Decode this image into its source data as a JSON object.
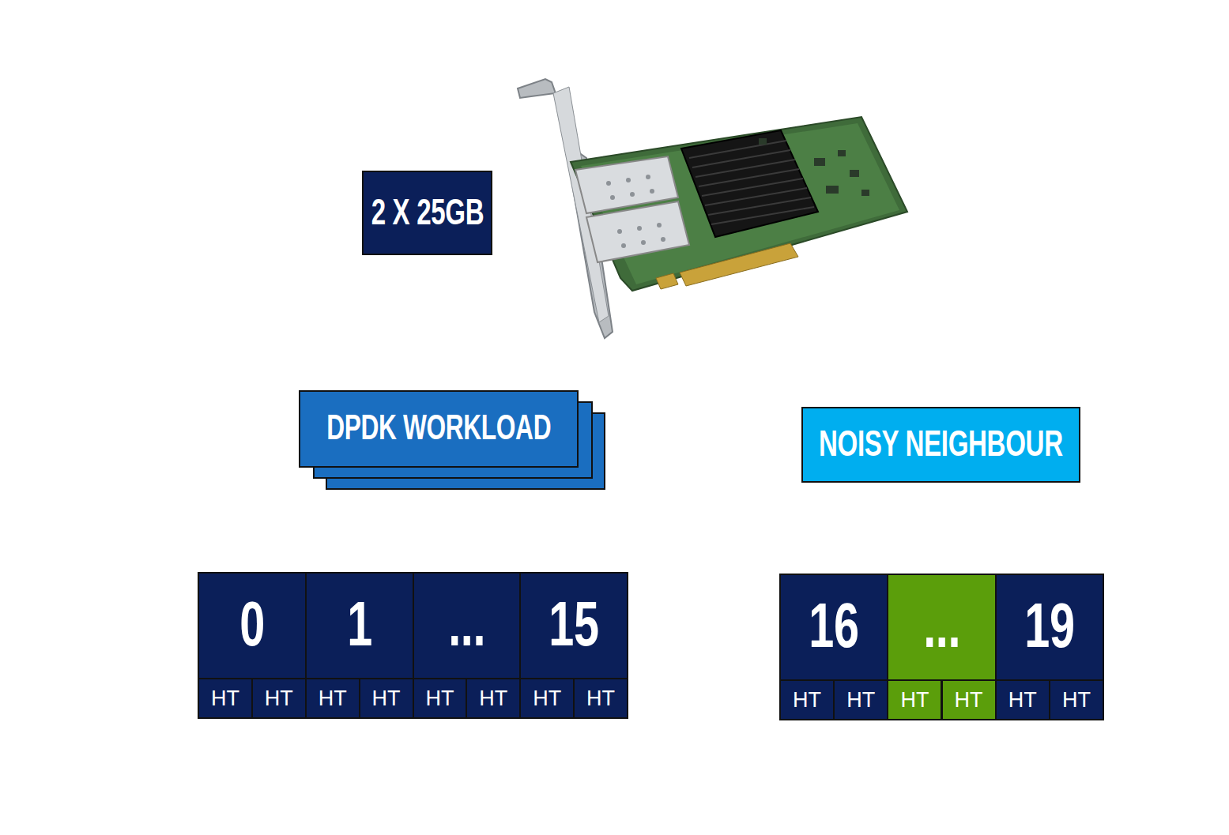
{
  "diagram": {
    "nodes": [
      {
        "text": [
          "2 X 25GB"
        ]
      },
      {
        "text": [
          "DPDK WORKLOAD"
        ]
      },
      {
        "text": [
          "NOISY NEIGHBOUR"
        ]
      },
      {
        "text": [
          "0"
        ]
      },
      {
        "text": [
          "1"
        ]
      },
      {
        "text": [
          "..."
        ]
      },
      {
        "text": [
          "15"
        ]
      },
      {
        "text": [
          "HT"
        ]
      },
      {
        "text": [
          "HT"
        ]
      },
      {
        "text": [
          "HT"
        ]
      },
      {
        "text": [
          "HT"
        ]
      },
      {
        "text": [
          "HT"
        ]
      },
      {
        "text": [
          "HT"
        ]
      },
      {
        "text": [
          "HT"
        ]
      },
      {
        "text": [
          "HT"
        ]
      },
      {
        "text": [
          "16"
        ]
      },
      {
        "text": [
          "..."
        ]
      },
      {
        "text": [
          "19"
        ]
      },
      {
        "text": [
          "HT"
        ]
      },
      {
        "text": [
          "HT"
        ]
      },
      {
        "text": [
          "HT"
        ]
      },
      {
        "text": [
          "HT"
        ]
      },
      {
        "text": [
          "HT"
        ]
      },
      {
        "text": [
          "HT"
        ]
      }
    ]
  }
}
